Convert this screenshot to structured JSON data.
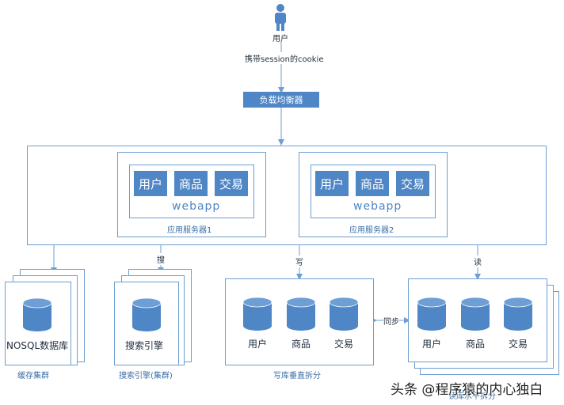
{
  "user": {
    "label": "用户",
    "cookie_label": "携带session的cookie"
  },
  "load_balancer": {
    "label": "负载均衡器"
  },
  "server1": {
    "caption": "应用服务器1",
    "modules": [
      "用户",
      "商品",
      "交易"
    ],
    "webapp": "webapp"
  },
  "server2": {
    "caption": "应用服务器2",
    "modules": [
      "用户",
      "商品",
      "交易"
    ],
    "webapp": "webapp"
  },
  "edges": {
    "search": "搜",
    "write": "写",
    "read": "读",
    "sync": "同步"
  },
  "cache": {
    "db_label": "NOSQL数据库",
    "caption": "缓存集群"
  },
  "search_engine": {
    "db_label": "搜索引擎",
    "caption": "搜索引擎(集群)"
  },
  "vertical_split": {
    "dbs": [
      "用户",
      "商品",
      "交易"
    ],
    "caption": "写库垂直拆分"
  },
  "horizontal_split": {
    "dbs": [
      "用户",
      "商品",
      "交易"
    ],
    "caption": "读库水平拆分"
  },
  "watermark": "头条 @程序猿的内心独白",
  "colors": {
    "accent": "#4f86c6",
    "border": "#6c9fd0"
  }
}
